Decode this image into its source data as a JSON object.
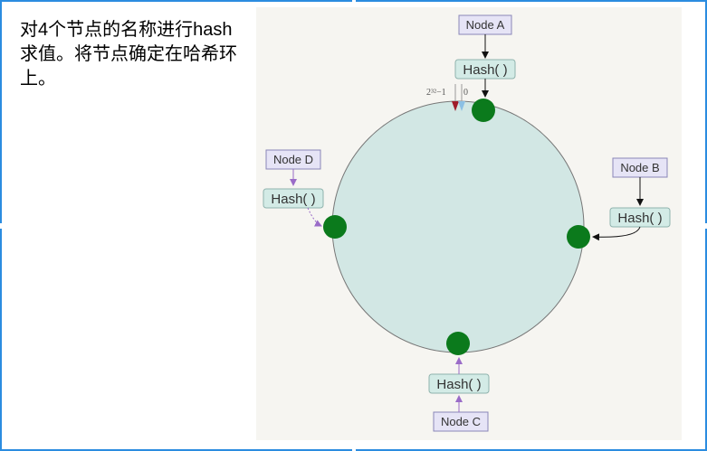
{
  "caption": "对4个节点的名称进行hash求值。将节点确定在哈希环上。",
  "diagram": {
    "nodes": [
      "Node A",
      "Node B",
      "Node C",
      "Node D"
    ],
    "hash_label": "Hash( )",
    "ring_max_label": "2³²−1",
    "ring_zero_label": "0"
  }
}
